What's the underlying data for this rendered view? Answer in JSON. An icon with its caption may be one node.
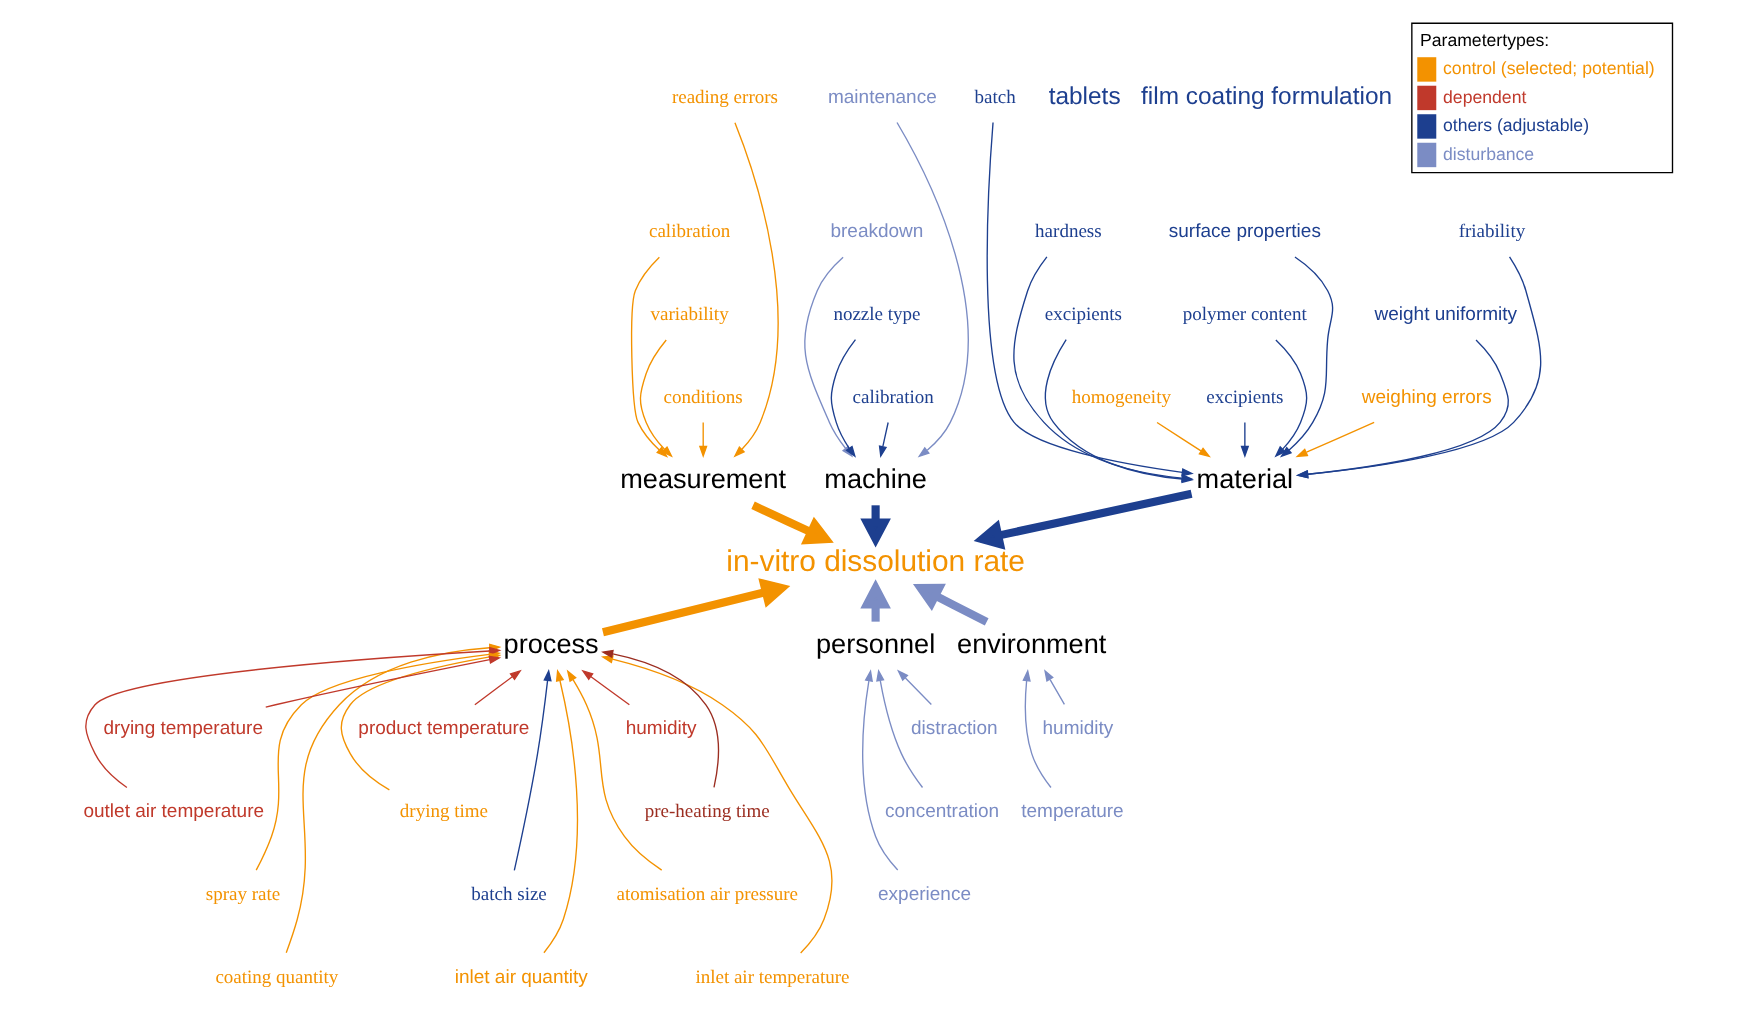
{
  "diagram": {
    "nodes": [
      {
        "text": [
          "material"
        ]
      },
      {
        "text": [
          "batch"
        ]
      },
      {
        "text": [
          "friability"
        ]
      },
      {
        "text": [
          "hardness"
        ]
      },
      {
        "text": [
          "surface properties"
        ]
      },
      {
        "text": [
          "weight uniformity"
        ]
      },
      {
        "text": [
          "excipients"
        ]
      },
      {
        "text": [
          "polymer content"
        ]
      },
      {
        "text": [
          "weighing errors"
        ]
      },
      {
        "text": [
          "homogeneity"
        ]
      },
      {
        "text": [
          "excipients"
        ]
      },
      {
        "text": [
          "measurement"
        ]
      },
      {
        "text": [
          "reading errors"
        ]
      },
      {
        "text": [
          "calibration"
        ]
      },
      {
        "text": [
          "variability"
        ]
      },
      {
        "text": [
          "conditions"
        ]
      },
      {
        "text": [
          "machine"
        ]
      },
      {
        "text": [
          "maintenance"
        ]
      },
      {
        "text": [
          "breakdown"
        ]
      },
      {
        "text": [
          "nozzle type"
        ]
      },
      {
        "text": [
          "calibration"
        ]
      },
      {
        "text": [
          "in-vitro dissolution rate"
        ]
      },
      {
        "text": [
          "process"
        ]
      },
      {
        "text": [
          "coating quantity"
        ]
      },
      {
        "text": [
          "inlet air temperature"
        ]
      },
      {
        "text": [
          "inlet air quantity"
        ]
      },
      {
        "text": [
          "spray rate"
        ]
      },
      {
        "text": [
          "atomisation air pressure"
        ]
      },
      {
        "text": [
          "batch size"
        ]
      },
      {
        "text": [
          "outlet air temperature"
        ]
      },
      {
        "text": [
          "pre-heating time"
        ]
      },
      {
        "text": [
          "drying time"
        ]
      },
      {
        "text": [
          "drying temperature"
        ]
      },
      {
        "text": [
          "humidity"
        ]
      },
      {
        "text": [
          "product temperature"
        ]
      },
      {
        "text": [
          "personnel"
        ]
      },
      {
        "text": [
          "experience"
        ]
      },
      {
        "text": [
          "concentration"
        ]
      },
      {
        "text": [
          "distraction"
        ]
      },
      {
        "text": [
          "environment"
        ]
      },
      {
        "text": [
          "temperature"
        ]
      },
      {
        "text": [
          "humidity"
        ]
      }
    ],
    "edges": [
      {
        "from": 1,
        "to": 0,
        "arrow": "to",
        "color": "#1d3f8f"
      },
      {
        "from": 2,
        "to": 0,
        "arrow": "to",
        "color": "#1d3f8f"
      },
      {
        "from": 3,
        "to": 0,
        "arrow": "to",
        "color": "#1d3f8f"
      },
      {
        "from": 4,
        "to": 0,
        "arrow": "to",
        "color": "#1d3f8f"
      },
      {
        "from": 5,
        "to": 0,
        "arrow": "to",
        "color": "#1d3f8f"
      },
      {
        "from": 6,
        "to": 0,
        "arrow": "to",
        "color": "#1d3f8f"
      },
      {
        "from": 7,
        "to": 0,
        "arrow": "to",
        "color": "#1d3f8f"
      },
      {
        "from": 8,
        "to": 0,
        "arrow": "to",
        "color": "#f39200"
      },
      {
        "from": 9,
        "to": 0,
        "arrow": "to",
        "color": "#f39200"
      },
      {
        "from": 10,
        "to": 0,
        "arrow": "to",
        "color": "#1d3f8f"
      },
      {
        "from": 12,
        "to": 11,
        "arrow": "to",
        "color": "#f39200"
      },
      {
        "from": 13,
        "to": 11,
        "arrow": "to",
        "color": "#f39200"
      },
      {
        "from": 14,
        "to": 11,
        "arrow": "to",
        "color": "#f39200"
      },
      {
        "from": 15,
        "to": 11,
        "arrow": "to",
        "color": "#f39200"
      },
      {
        "from": 17,
        "to": 16,
        "arrow": "to",
        "color": "#7b8cc4"
      },
      {
        "from": 18,
        "to": 16,
        "arrow": "to",
        "color": "#7b8cc4"
      },
      {
        "from": 19,
        "to": 16,
        "arrow": "to",
        "color": "#1d3f8f"
      },
      {
        "from": 20,
        "to": 16,
        "arrow": "to",
        "color": "#1d3f8f"
      },
      {
        "from": 0,
        "to": 21,
        "arrow": "to",
        "style": "thick",
        "color": "#1d3f8f"
      },
      {
        "from": 11,
        "to": 21,
        "arrow": "to",
        "style": "thick",
        "color": "#f39200"
      },
      {
        "from": 16,
        "to": 21,
        "arrow": "to",
        "style": "thick",
        "color": "#1d3f8f"
      },
      {
        "from": 22,
        "to": 21,
        "arrow": "to",
        "style": "thick",
        "color": "#f39200"
      },
      {
        "from": 35,
        "to": 21,
        "arrow": "to",
        "style": "thick",
        "color": "#7b8cc4"
      },
      {
        "from": 39,
        "to": 21,
        "arrow": "to",
        "style": "thick",
        "color": "#7b8cc4"
      },
      {
        "from": 23,
        "to": 22,
        "arrow": "to",
        "color": "#f39200"
      },
      {
        "from": 24,
        "to": 22,
        "arrow": "to",
        "color": "#f39200"
      },
      {
        "from": 25,
        "to": 22,
        "arrow": "to",
        "color": "#f39200"
      },
      {
        "from": 26,
        "to": 22,
        "arrow": "to",
        "color": "#f39200"
      },
      {
        "from": 27,
        "to": 22,
        "arrow": "to",
        "color": "#f39200"
      },
      {
        "from": 28,
        "to": 22,
        "arrow": "to",
        "color": "#1d3f8f"
      },
      {
        "from": 29,
        "to": 22,
        "arrow": "to",
        "color": "#c0392b"
      },
      {
        "from": 30,
        "to": 22,
        "arrow": "to",
        "color": "#9b2d20"
      },
      {
        "from": 31,
        "to": 22,
        "arrow": "to",
        "color": "#f39200"
      },
      {
        "from": 32,
        "to": 22,
        "arrow": "to",
        "color": "#c0392b"
      },
      {
        "from": 33,
        "to": 22,
        "arrow": "to",
        "color": "#c0392b"
      },
      {
        "from": 34,
        "to": 22,
        "arrow": "to",
        "color": "#c0392b"
      },
      {
        "from": 36,
        "to": 35,
        "arrow": "to",
        "color": "#7b8cc4"
      },
      {
        "from": 37,
        "to": 35,
        "arrow": "to",
        "color": "#7b8cc4"
      },
      {
        "from": 38,
        "to": 35,
        "arrow": "to",
        "color": "#7b8cc4"
      },
      {
        "from": 40,
        "to": 39,
        "arrow": "to",
        "color": "#7b8cc4"
      },
      {
        "from": 41,
        "to": 39,
        "arrow": "to",
        "color": "#7b8cc4"
      }
    ],
    "labels": [
      "tablets",
      "film coating formulation",
      "Parametertypes:"
    ],
    "legend": [
      {
        "text": "control (selected; potential)",
        "color": "#f39200"
      },
      {
        "text": "dependent",
        "color": "#c0392b"
      },
      {
        "text": "others (adjustable)",
        "color": "#1d3f8f"
      },
      {
        "text": "disturbance",
        "color": "#7b8cc4"
      }
    ]
  }
}
